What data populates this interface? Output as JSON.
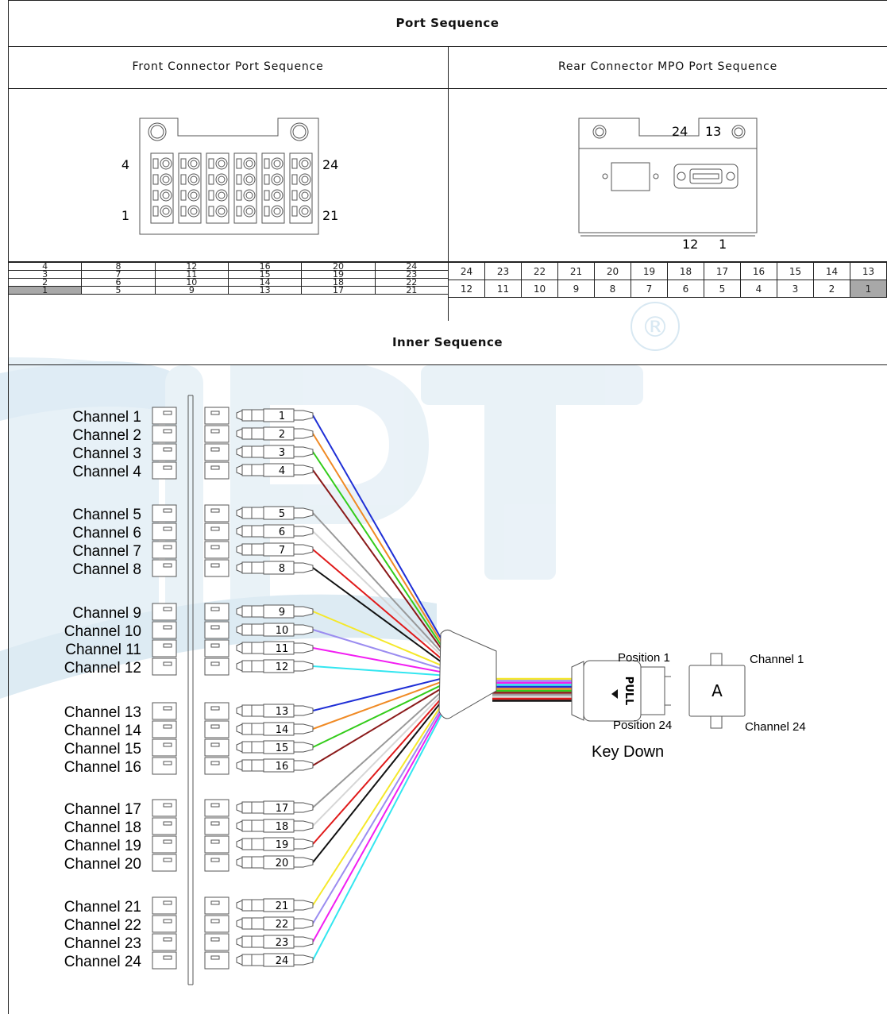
{
  "title": "Port Sequence",
  "front_title": "Front Connector Port Sequence",
  "rear_title": "Rear Connector MPO Port Sequence",
  "inner_title": "Inner Sequence",
  "front_labels": {
    "top_left": "4",
    "bottom_left": "1",
    "top_right": "24",
    "bottom_right": "21"
  },
  "rear_labels": {
    "top_a": "24",
    "top_b": "13",
    "bottom_a": "12",
    "bottom_b": "1"
  },
  "front_table": [
    [
      "4",
      "8",
      "12",
      "16",
      "20",
      "24"
    ],
    [
      "3",
      "7",
      "11",
      "15",
      "19",
      "23"
    ],
    [
      "2",
      "6",
      "10",
      "14",
      "18",
      "22"
    ],
    [
      "1",
      "5",
      "9",
      "13",
      "17",
      "21"
    ]
  ],
  "rear_table": [
    [
      "24",
      "23",
      "22",
      "21",
      "20",
      "19",
      "18",
      "17",
      "16",
      "15",
      "14",
      "13"
    ],
    [
      "12",
      "11",
      "10",
      "9",
      "8",
      "7",
      "6",
      "5",
      "4",
      "3",
      "2",
      "1"
    ]
  ],
  "channels": [
    "Channel 1",
    "Channel 2",
    "Channel 3",
    "Channel 4",
    "Channel 5",
    "Channel 6",
    "Channel 7",
    "Channel 8",
    "Channel 9",
    "Channel 10",
    "Channel 11",
    "Channel 12",
    "Channel 13",
    "Channel 14",
    "Channel 15",
    "Channel 16",
    "Channel 17",
    "Channel 18",
    "Channel 19",
    "Channel 20",
    "Channel 21",
    "Channel 22",
    "Channel 23",
    "Channel 24"
  ],
  "connector_numbers": [
    "1",
    "2",
    "3",
    "4",
    "5",
    "6",
    "7",
    "8",
    "9",
    "10",
    "11",
    "12",
    "13",
    "14",
    "15",
    "16",
    "17",
    "18",
    "19",
    "20",
    "21",
    "22",
    "23",
    "24"
  ],
  "fiber_colors": [
    "#1f2fd6",
    "#f08a24",
    "#33cc1a",
    "#8b1a1a",
    "#999999",
    "#d6d6d6",
    "#e01a1a",
    "#111111",
    "#f5e82a",
    "#9b8cf0",
    "#f21ef2",
    "#33e6f0",
    "#1f2fd6",
    "#f08a24",
    "#33cc1a",
    "#8b1a1a",
    "#999999",
    "#d6d6d6",
    "#e01a1a",
    "#111111",
    "#f5e82a",
    "#9b8cf0",
    "#f21ef2",
    "#33e6f0"
  ],
  "mpo": {
    "pull": "PULL",
    "position_1": "Position 1",
    "position_24": "Position 24",
    "key_down": "Key Down"
  },
  "adapter": {
    "letter": "A",
    "channel_1": "Channel 1",
    "channel_24": "Channel 24"
  },
  "watermark_text": "®"
}
